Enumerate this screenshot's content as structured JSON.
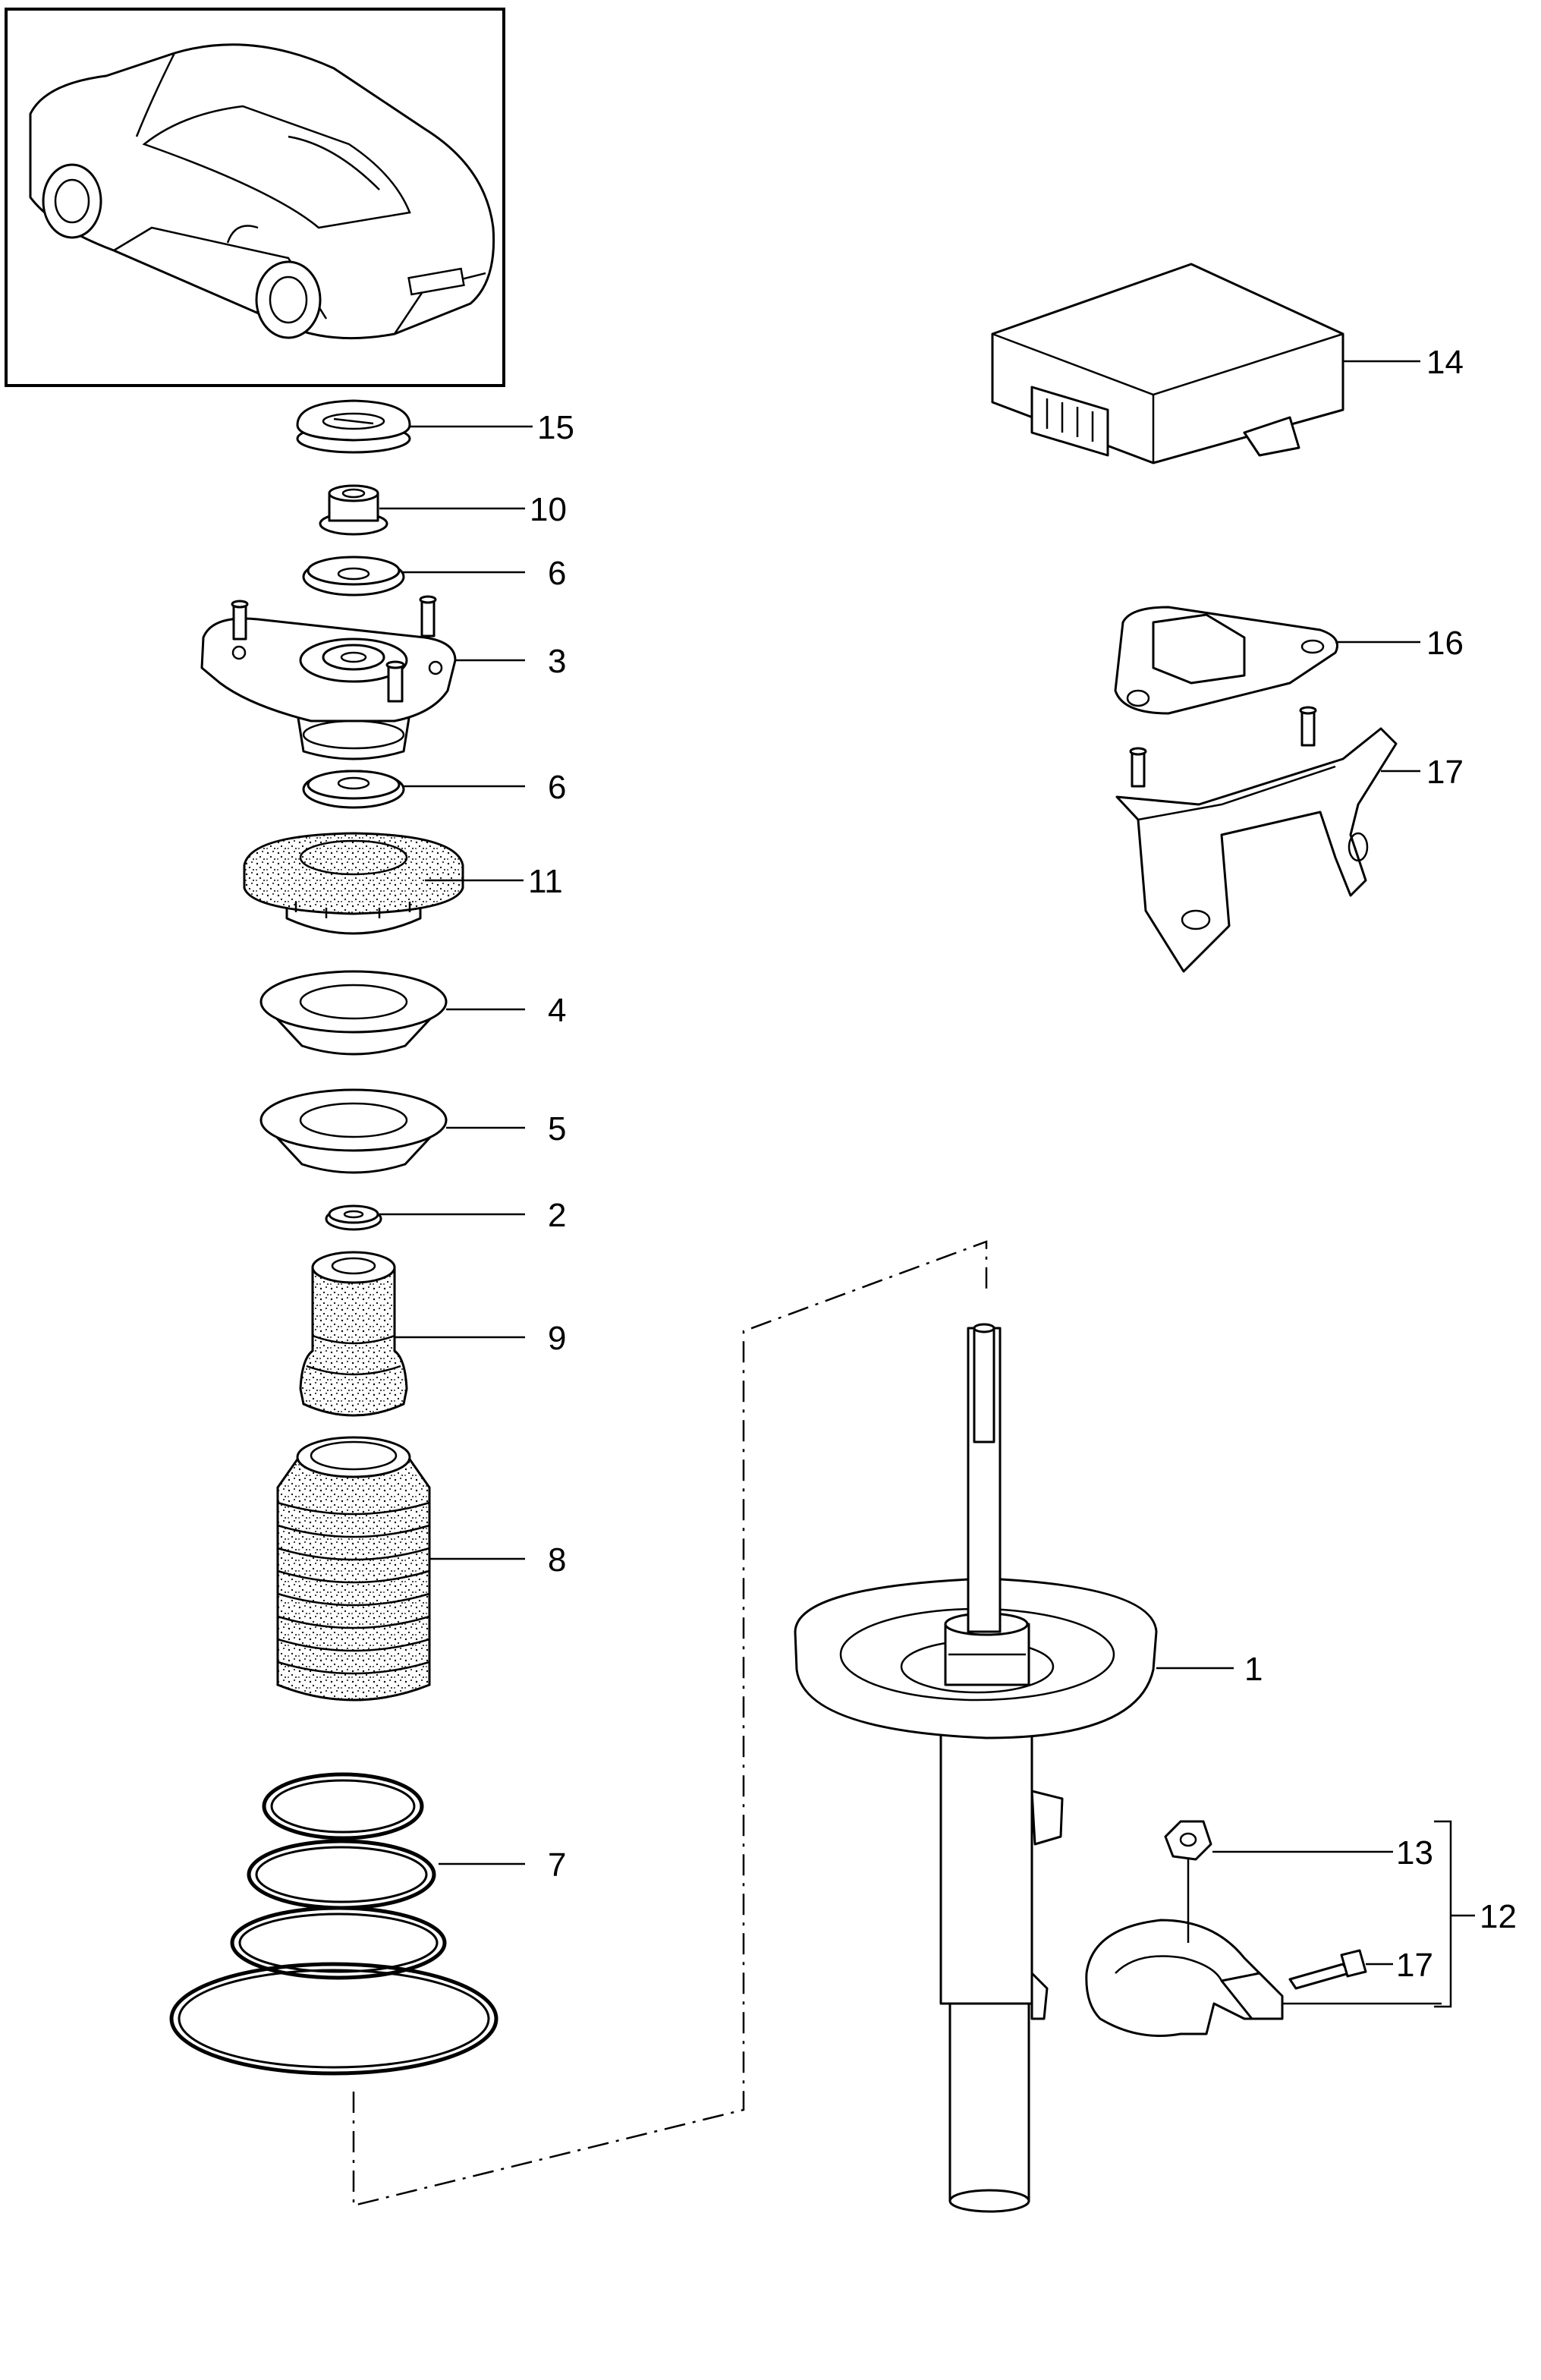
{
  "diagram": {
    "callouts": [
      {
        "id": "15",
        "label": "15"
      },
      {
        "id": "10",
        "label": "10"
      },
      {
        "id": "6a",
        "label": "6"
      },
      {
        "id": "3",
        "label": "3"
      },
      {
        "id": "6b",
        "label": "6"
      },
      {
        "id": "11",
        "label": "11"
      },
      {
        "id": "4",
        "label": "4"
      },
      {
        "id": "5",
        "label": "5"
      },
      {
        "id": "2",
        "label": "2"
      },
      {
        "id": "9",
        "label": "9"
      },
      {
        "id": "8",
        "label": "8"
      },
      {
        "id": "7",
        "label": "7"
      },
      {
        "id": "1",
        "label": "1"
      },
      {
        "id": "14",
        "label": "14"
      },
      {
        "id": "16",
        "label": "16"
      },
      {
        "id": "17a",
        "label": "17"
      },
      {
        "id": "13",
        "label": "13"
      },
      {
        "id": "12",
        "label": "12"
      },
      {
        "id": "17b",
        "label": "17"
      }
    ]
  }
}
